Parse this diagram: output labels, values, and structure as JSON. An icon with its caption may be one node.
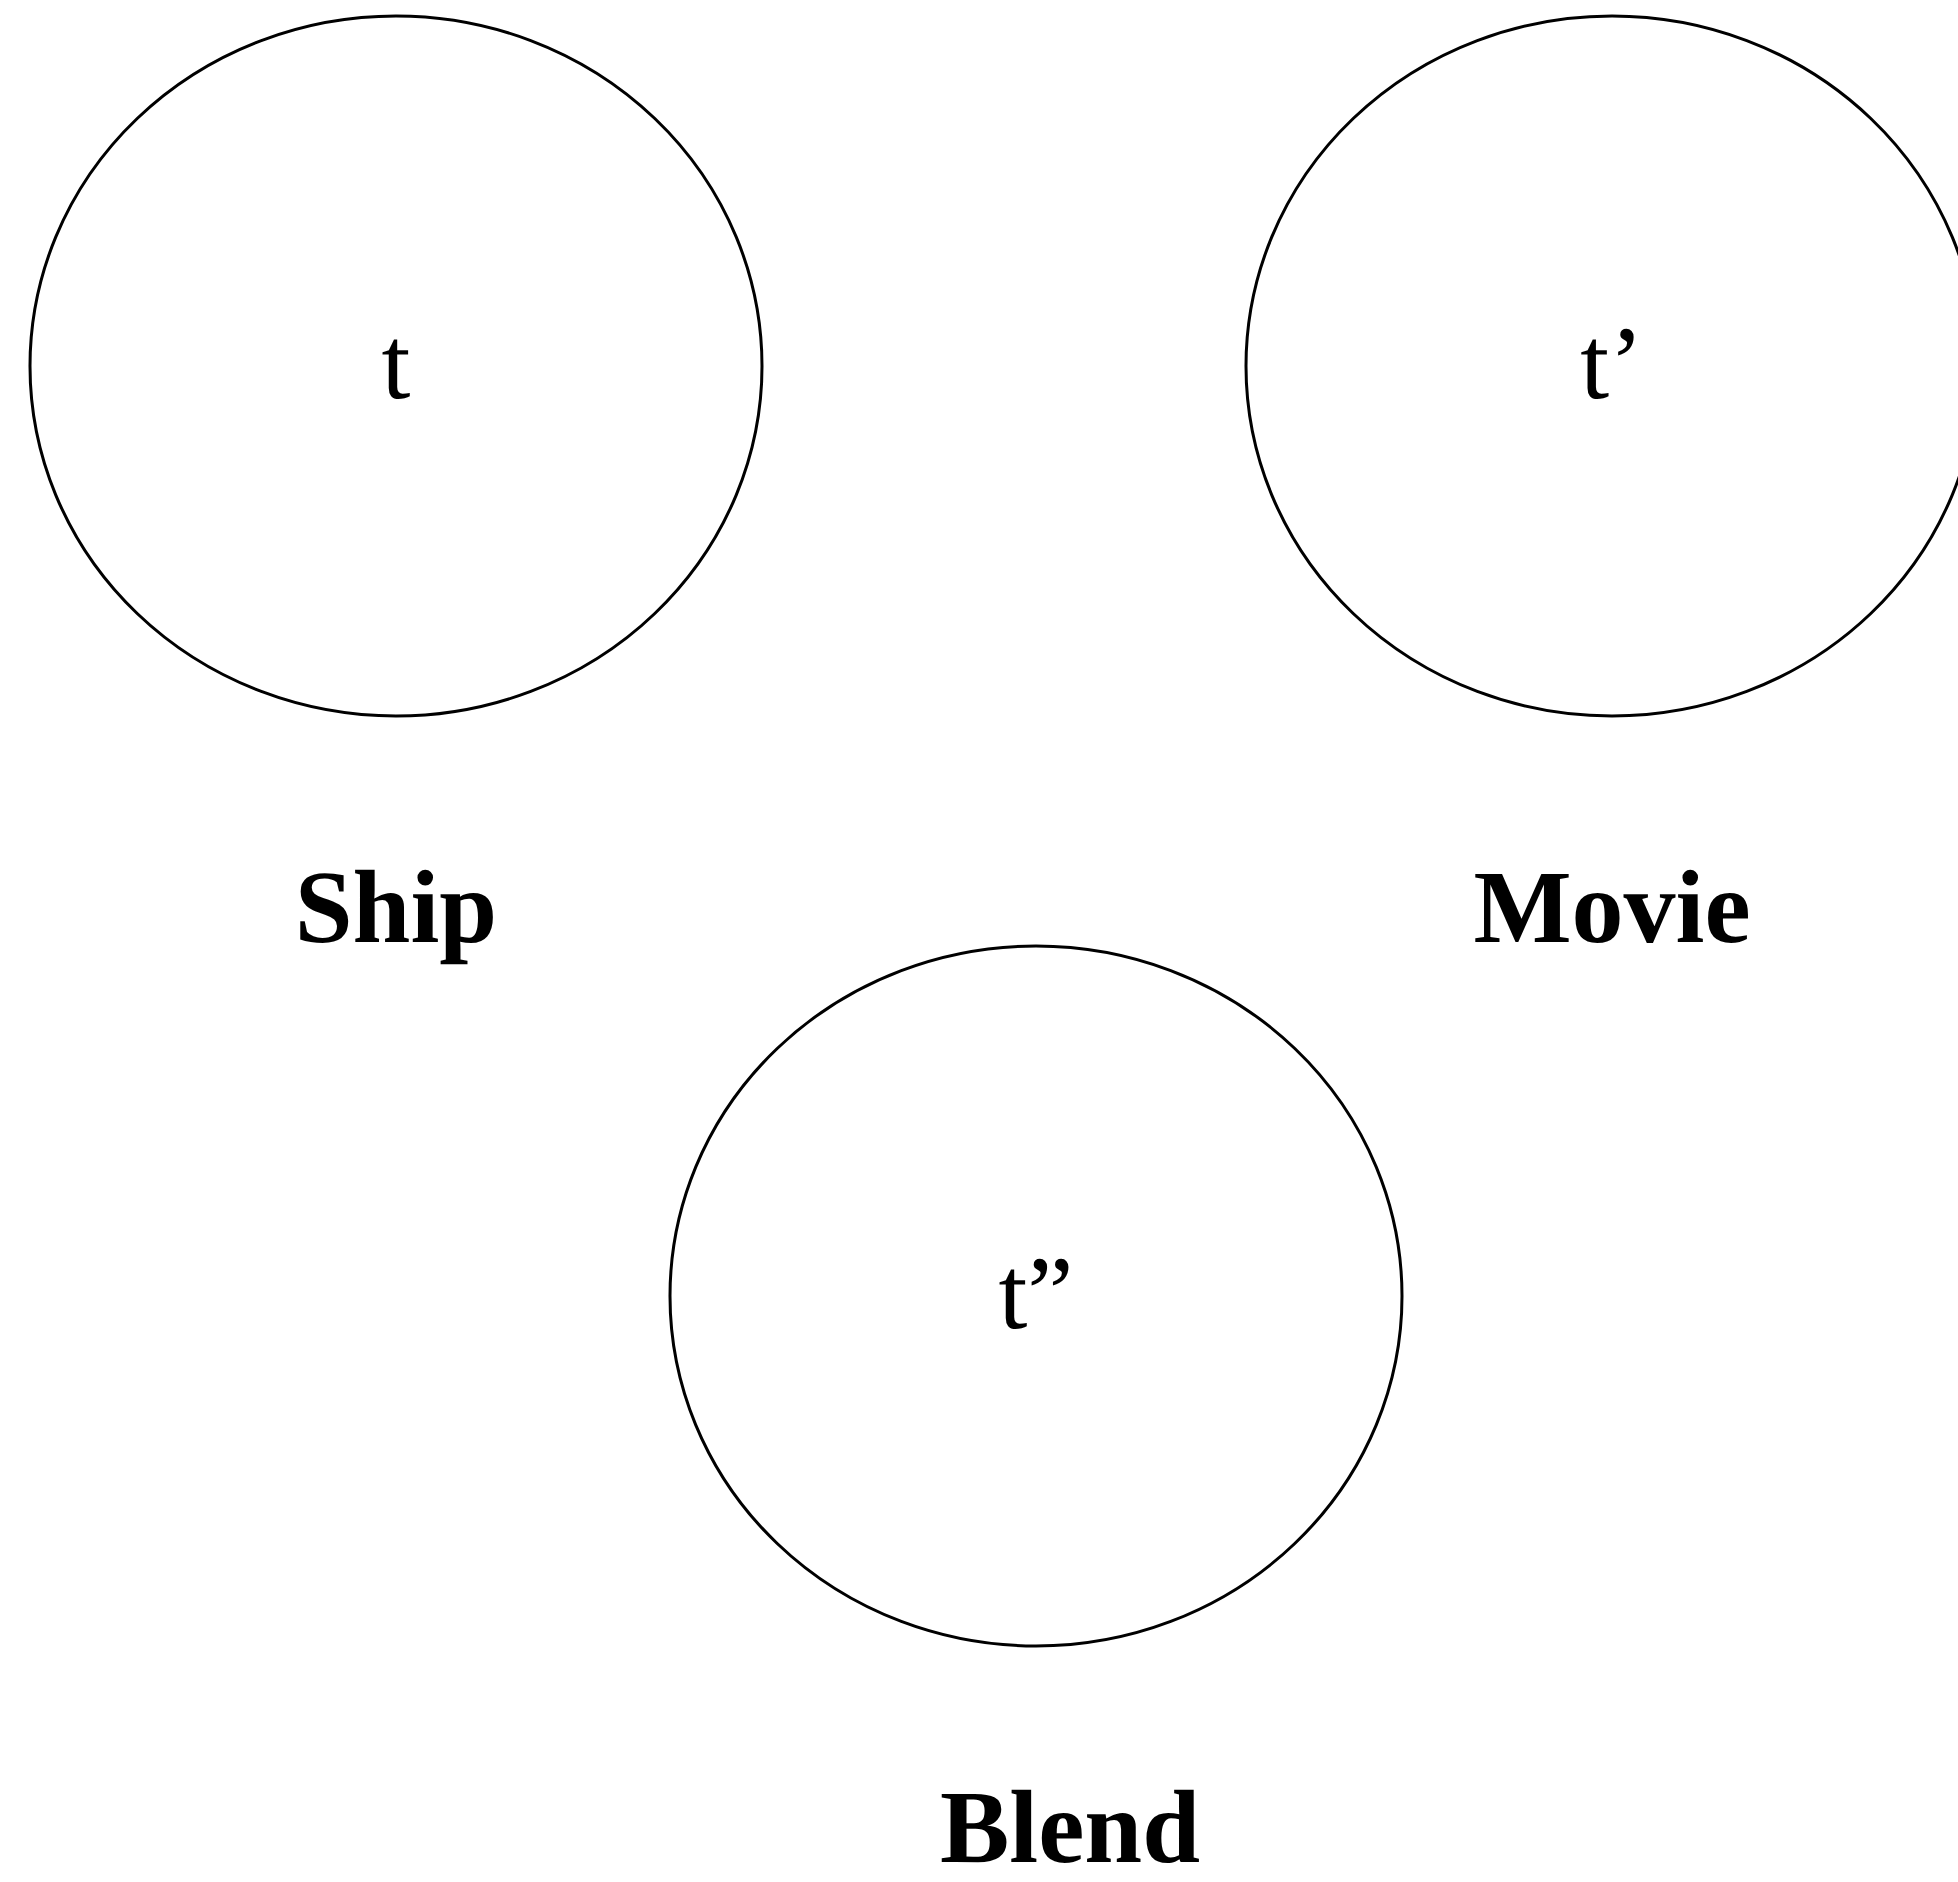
{
  "diagram": {
    "nodes": [
      {
        "text": [
          "t"
        ]
      },
      {
        "text": [
          "t’"
        ]
      },
      {
        "text": [
          "t”"
        ]
      }
    ],
    "edges": [],
    "labels": [
      "Ship",
      "Movie",
      "Blend"
    ]
  }
}
